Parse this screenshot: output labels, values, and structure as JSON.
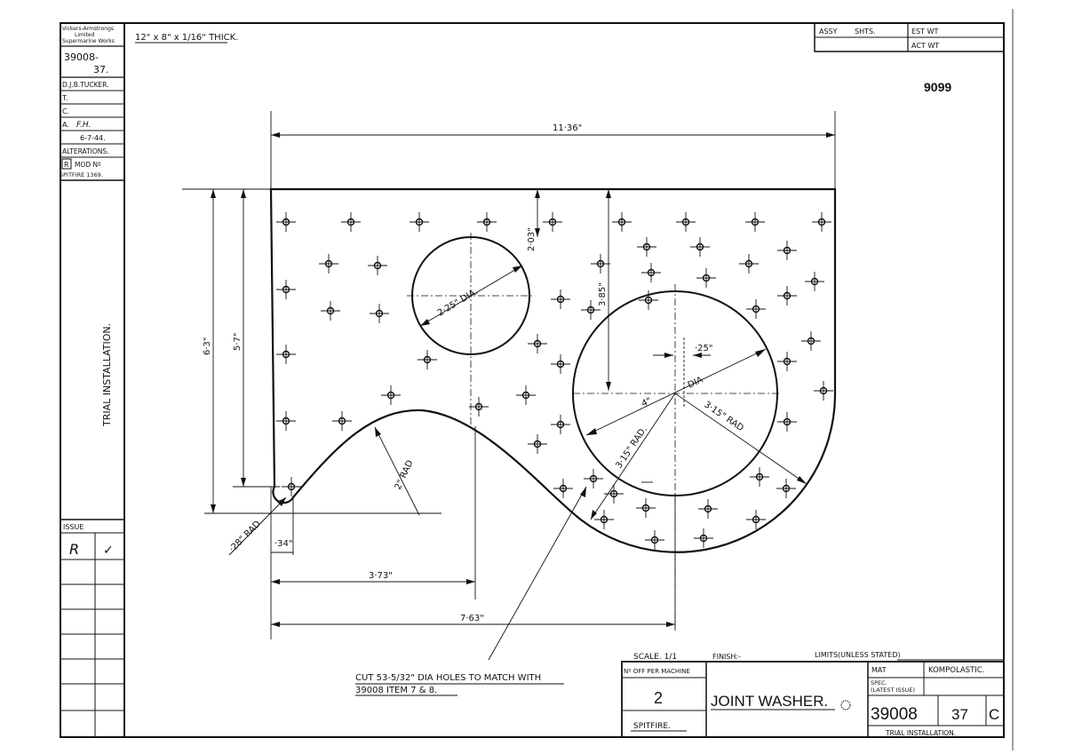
{
  "company": {
    "line1": "Vickers-Armstrongs",
    "line2": "Limited",
    "line3": "Supermarine Works"
  },
  "left_column": {
    "drawing_no": "39008-",
    "sheet_no": "37.",
    "drawn_by": "D.J.B.TUCKER.",
    "traced": "T.",
    "checked": "C.",
    "approved": "A.",
    "approved_initials": "F.H.",
    "date": "6-7-44.",
    "alterations_label": "ALTERATIONS.",
    "alteration_letter": "R",
    "mod_label": "MOD Nº",
    "mod_ref": "SPITFIRE 1369.",
    "vertical_note": "TRIAL INSTALLATION.",
    "issue_label": "ISSUE",
    "issue_value": "R",
    "issue_initial": "✓"
  },
  "material_note": "12\" x 8\" x 1/16\" THICK.",
  "drawing_number_stamp": "9099",
  "header_table": {
    "assy_label": "ASSY",
    "shts_label": "SHTS.",
    "est_wt_label": "EST WT",
    "act_wt_label": "ACT WT"
  },
  "dimensions": {
    "overall_width": "11·36\"",
    "height_1": "6·3\"",
    "height_2": "5·7\"",
    "small_hole_offset": "2·03\"",
    "small_hole_dia": "2·25\" DIA.",
    "large_hole_offset": "3·85\"",
    "center_hole": "·25\"",
    "center_dia": "DIA",
    "large_hole_dia": "4\"",
    "radius_a": "3·15\" RAD.",
    "radius_b": "3·15\" RAD",
    "curve_rad": "2\" RAD",
    "corner_rad": "·28\" RAD",
    "small_offset": "·34\"",
    "dist_a": "3·73\"",
    "dist_b": "7·63\""
  },
  "notes": {
    "line1": "CUT 53-5/32\" DIA HOLES TO MATCH WITH",
    "line2": "39008 ITEM 7 & 8."
  },
  "title_block": {
    "scale": "SCALE. 1/1",
    "finish": "FINISH:-",
    "limits": "LIMITS(UNLESS STATED)",
    "no_off_label": "Nº OFF PER MACHINE",
    "no_off_value": "2",
    "aircraft": "SPITFIRE.",
    "part_name": "JOINT WASHER.",
    "mat_label": "MAT",
    "material": "KOMPOLASTIC.",
    "spec_label1": "SPEC.",
    "spec_label2": "(LATEST ISSUE)",
    "drawing_no": "39008",
    "sheet": "37",
    "issue": "C",
    "subtitle": "TRIAL INSTALLATION."
  }
}
